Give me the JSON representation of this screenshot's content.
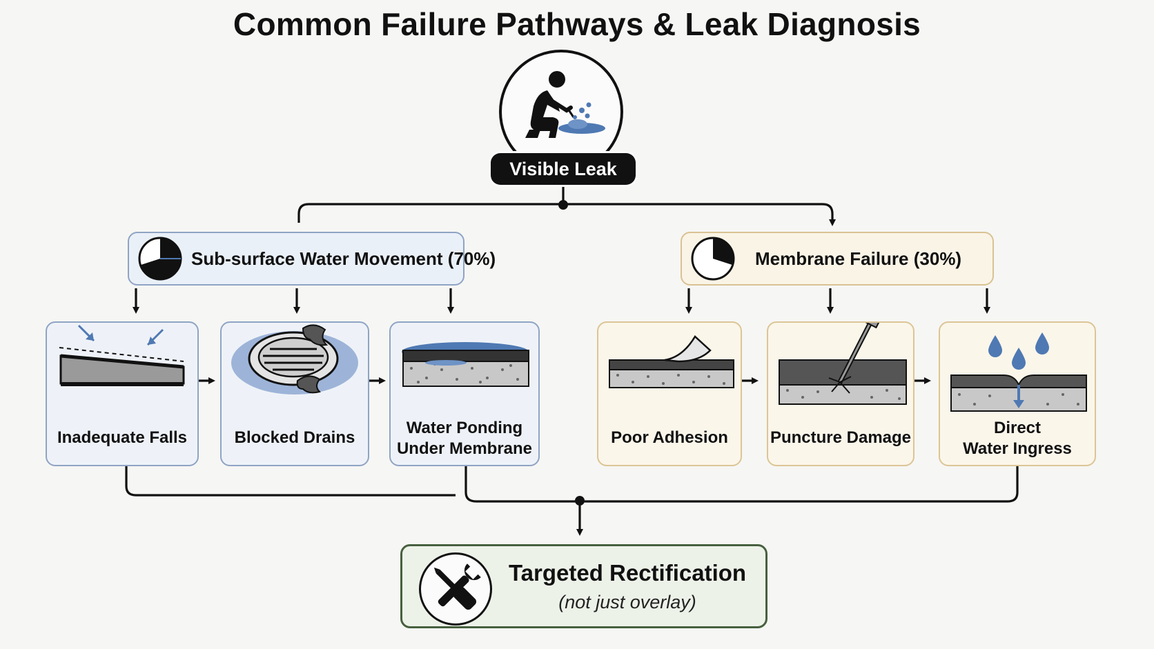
{
  "title": "Common Failure Pathways & Leak Diagnosis",
  "root": {
    "label": "Visible Leak",
    "icon": "person-inspecting-leak-icon"
  },
  "categories": [
    {
      "label": "Sub-surface Water Movement (70%)",
      "share": 0.7,
      "icon": "pie-70-icon",
      "color": "#8fa4c4",
      "causes": [
        {
          "label": "Inadequate Falls",
          "icon": "sloped-slab-icon"
        },
        {
          "label": "Blocked Drains",
          "icon": "drain-with-leaves-icon"
        },
        {
          "label": "Water Ponding Under Membrane",
          "line1": "Water Ponding",
          "line2": "Under Membrane",
          "icon": "ponding-membrane-icon"
        }
      ]
    },
    {
      "label": "Membrane Failure (30%)",
      "share": 0.3,
      "icon": "pie-30-icon",
      "color": "#d9c293",
      "causes": [
        {
          "label": "Poor Adhesion",
          "icon": "peeling-membrane-icon"
        },
        {
          "label": "Puncture Damage",
          "icon": "nail-puncture-icon"
        },
        {
          "label": "Direct Water Ingress",
          "line1": "Direct",
          "line2": "Water Ingress",
          "icon": "water-drops-ingress-icon"
        }
      ]
    }
  ],
  "result": {
    "title": "Targeted Rectification",
    "subtitle": "(not just overlay)",
    "icon": "wrench-screwdriver-icon",
    "color": "#47603f"
  },
  "colors": {
    "water": "#4f79b3",
    "ink": "#111111"
  }
}
